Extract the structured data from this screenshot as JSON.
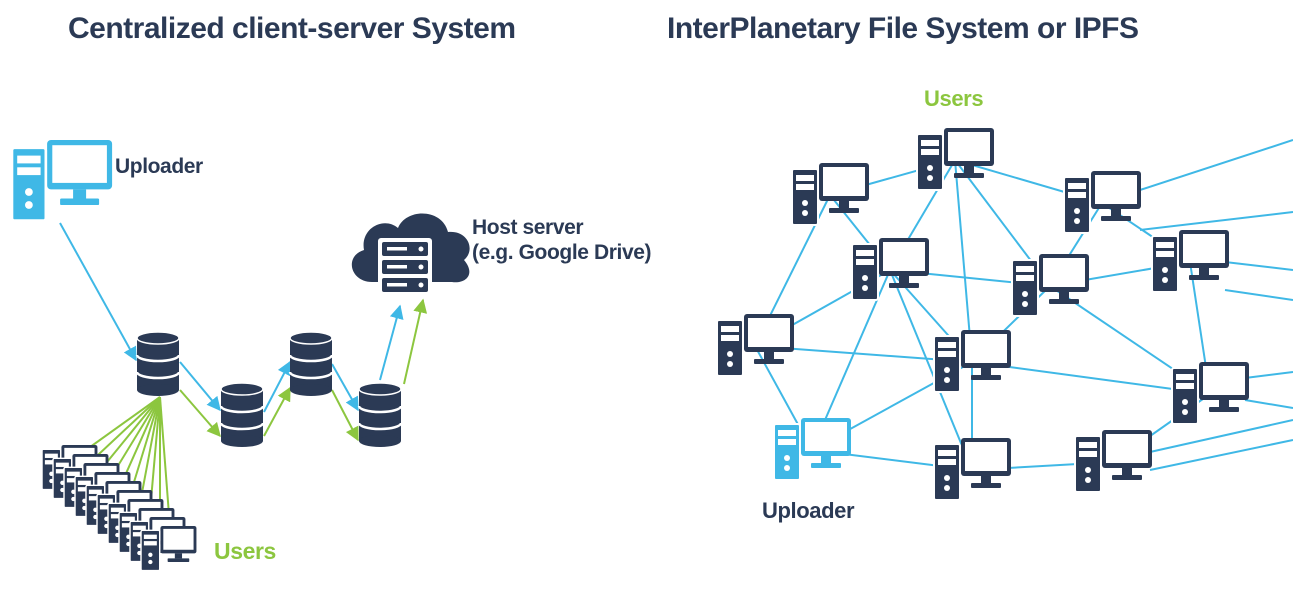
{
  "left": {
    "title": "Centralized client-server System",
    "uploader_label": "Uploader",
    "host_label_line1": "Host server",
    "host_label_line2": "(e.g. Google Drive)",
    "users_label": "Users"
  },
  "right": {
    "title": "InterPlanetary File System or IPFS",
    "users_label": "Users",
    "uploader_label": "Uploader"
  },
  "colors": {
    "navy": "#2b3a55",
    "blue": "#3fb8e6",
    "green": "#8cc63f"
  },
  "icons": [
    "desktop-computer-icon",
    "database-icon",
    "cloud-server-icon"
  ]
}
